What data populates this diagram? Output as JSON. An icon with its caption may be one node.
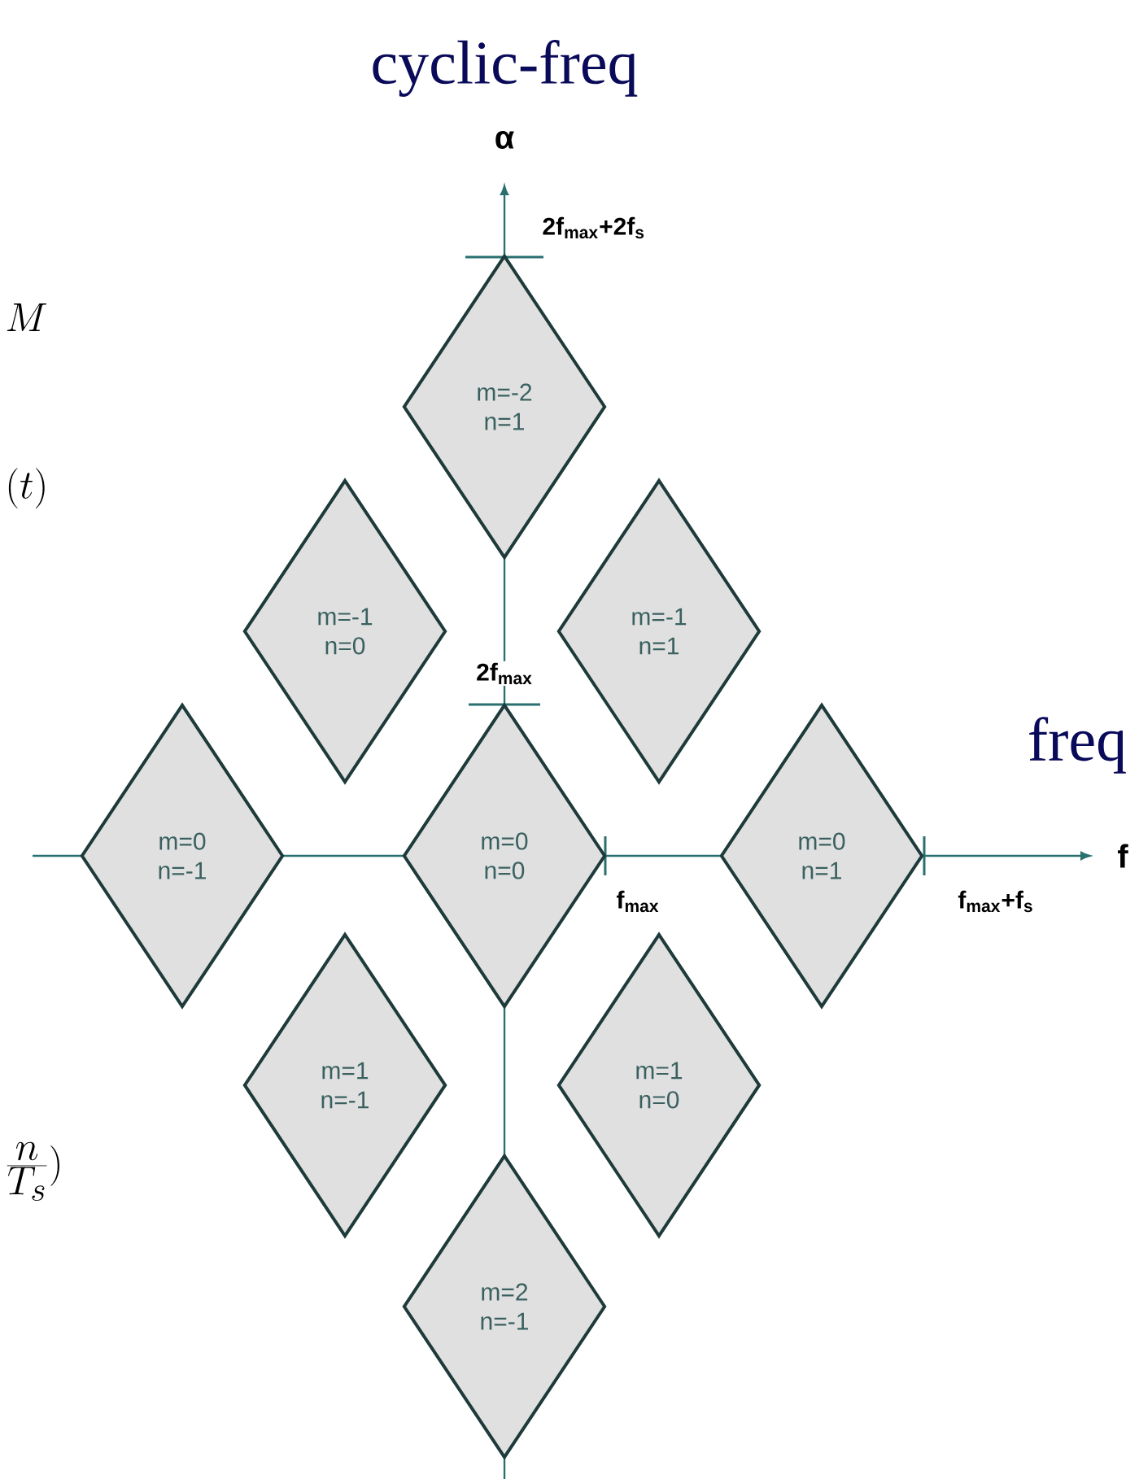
{
  "diagram": {
    "nodes": [
      {
        "text": [
          "m=-2",
          "n=1"
        ]
      },
      {
        "text": [
          "m=-1",
          "n=0"
        ]
      },
      {
        "text": [
          "m=-1",
          "n=1"
        ]
      },
      {
        "text": [
          "m=0",
          "n=-1"
        ]
      },
      {
        "text": [
          "m=0",
          "n=0"
        ]
      },
      {
        "text": [
          "m=0",
          "n=1"
        ]
      },
      {
        "text": [
          "m=1",
          "n=-1"
        ]
      },
      {
        "text": [
          "m=1",
          "n=0"
        ]
      },
      {
        "text": [
          "m=2",
          "n=-1"
        ]
      }
    ],
    "labels": [
      "cyclic-freq",
      "α",
      "2f$_{max}$+2f$_{s}$",
      "M",
      "(t)",
      "2f$_{max}$",
      "freq",
      "f",
      "f$_{max}$",
      "f$_{max}$+f$_{s}$",
      "\\frac{n}{T_s}\\Big)"
    ]
  }
}
